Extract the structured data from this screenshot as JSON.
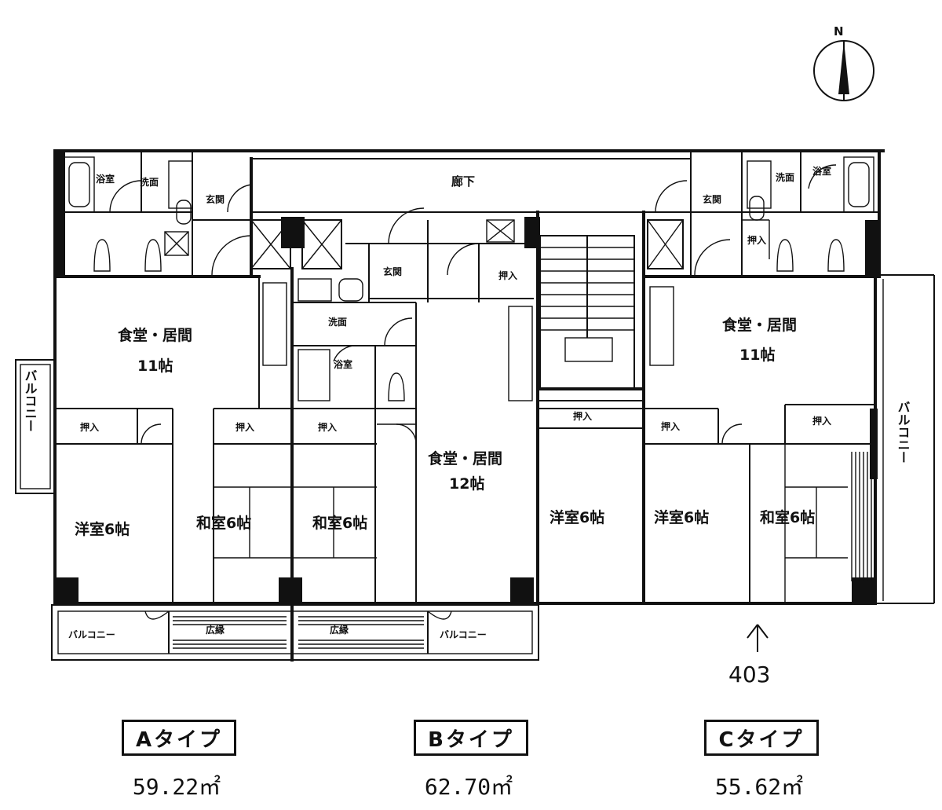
{
  "compass": {
    "north_label": "N"
  },
  "rooms": {
    "corridor": "廊下",
    "a_bath": "浴室",
    "a_wash": "洗面",
    "a_entrance": "玄関",
    "a_living": "食堂・居間",
    "a_living_size": "11帖",
    "a_balcony_side": "バルコニー",
    "a_closet1": "押入",
    "a_closet2": "押入",
    "a_closet3": "押入",
    "a_western": "洋室6帖",
    "a_japanese": "和室6帖",
    "b_japanese": "和室6帖",
    "b_entrance": "玄関",
    "b_closet_top": "押入",
    "b_wash": "洗面",
    "b_bath": "浴室",
    "b_living": "食堂・居間",
    "b_living_size": "12帖",
    "b_western": "洋室6帖",
    "b_closet_right": "押入",
    "c_bath": "浴室",
    "c_wash": "洗面",
    "c_entrance": "玄関",
    "c_closet_small": "押入",
    "c_living": "食堂・居間",
    "c_living_size": "11帖",
    "c_closet1": "押入",
    "c_closet2": "押入",
    "c_western": "洋室6帖",
    "c_japanese": "和室6帖",
    "c_balcony_side": "バルコニー",
    "balcony_left": "バルコニー",
    "balcony_right": "バルコニー",
    "engawa_left": "広縁",
    "engawa_right": "広縁"
  },
  "marker": {
    "unit_number": "403"
  },
  "types": [
    {
      "label": "Aタイプ",
      "area": "59.22㎡"
    },
    {
      "label": "Bタイプ",
      "area": "62.70㎡"
    },
    {
      "label": "Cタイプ",
      "area": "55.62㎡"
    }
  ]
}
